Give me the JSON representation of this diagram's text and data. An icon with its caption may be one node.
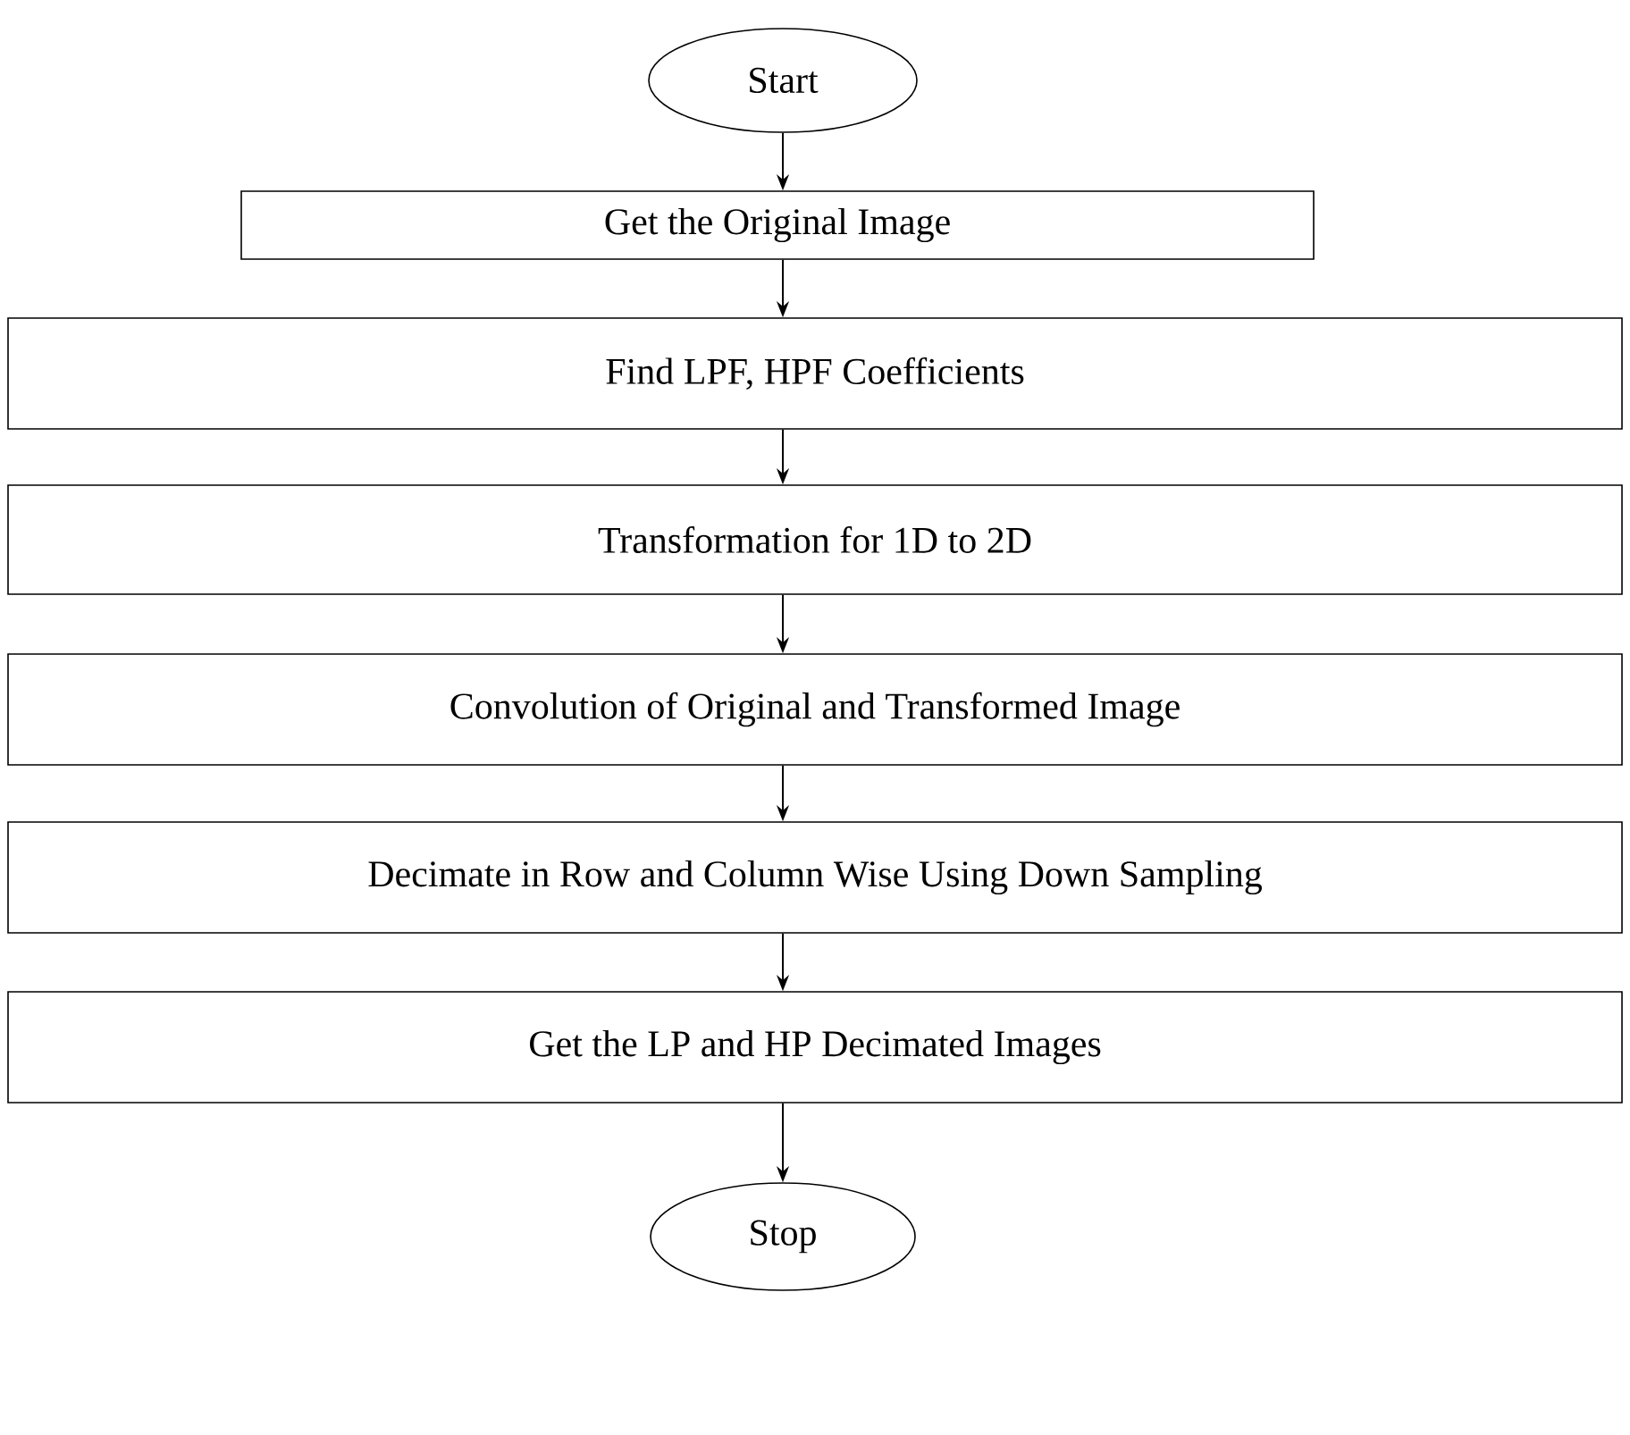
{
  "diagram": {
    "nodes": [
      {
        "text": [
          "Start"
        ]
      },
      {
        "text": [
          "Get the Original Image"
        ]
      },
      {
        "text": [
          "Find LPF, HPF Coefficients"
        ]
      },
      {
        "text": [
          "Transformation for 1D to 2D"
        ]
      },
      {
        "text": [
          "Convolution of Original and Transformed Image"
        ]
      },
      {
        "text": [
          "Decimate in Row and Column Wise Using Down Sampling"
        ]
      },
      {
        "text": [
          "Get the LP and HP Decimated Images"
        ]
      },
      {
        "text": [
          "Stop"
        ]
      }
    ],
    "edges": [
      {
        "from": 0,
        "to": 1,
        "arrow": "to"
      },
      {
        "from": 1,
        "to": 2,
        "arrow": "to"
      },
      {
        "from": 2,
        "to": 3,
        "arrow": "to"
      },
      {
        "from": 3,
        "to": 4,
        "arrow": "to"
      },
      {
        "from": 4,
        "to": 5,
        "arrow": "to"
      },
      {
        "from": 5,
        "to": 6,
        "arrow": "to"
      },
      {
        "from": 6,
        "to": 7,
        "arrow": "to"
      }
    ]
  }
}
